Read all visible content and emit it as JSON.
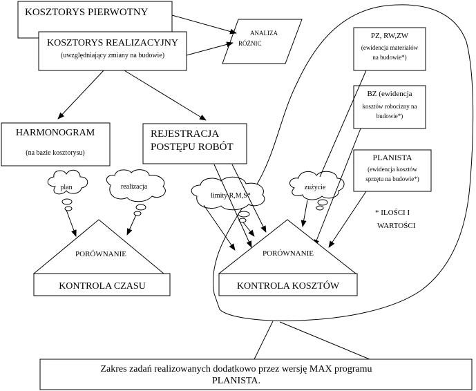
{
  "boxes": {
    "kosztorys_pierwotny": "KOSZTORYS PIERWOTNY",
    "kosztorys_realizacyjny_title": "KOSZTORYS REALIZACYJNY",
    "kosztorys_realizacyjny_sub": "(uwzględniający zmiany na budowie)",
    "analiza_line1": "ANALIZA",
    "analiza_line2": "RÓŻNIC",
    "harmonogram_title": "HARMONOGRAM",
    "harmonogram_sub": "(na bazie kosztorysu)",
    "rejestracja_line1": "REJESTRACJA",
    "rejestracja_line2": "POSTĘPU ROBÓT",
    "pz_line1": "PZ, RW,ZW",
    "pz_line2": "(ewidencja materiałów",
    "pz_line3": "na budowie*)",
    "bz_line1": "BZ (ewidencja",
    "bz_line2": "kosztów robocizny na",
    "bz_line3": "budowie*)",
    "planista_line1": "PLANISTA",
    "planista_line2": "(ewidencja kosztów",
    "planista_line3": "sprzętu na budowie*)",
    "kontrola_czasu": "KONTROLA CZASU",
    "kontrola_kosztow": "KONTROLA KOSZTÓW",
    "porownanie_left": "PORÓWNANIE",
    "porownanie_right": "PORÓWNANIE"
  },
  "clouds": {
    "plan": "plan",
    "realizacja": "realizacja",
    "limity": "limity R,M,S*",
    "zuzycie": "zużycie"
  },
  "note": {
    "line1": "* ILOŚCI I",
    "line2": "WARTOŚCI"
  },
  "footer": {
    "line1": "Zakres zadań realizowanych dodatkowo przez wersję MAX programu",
    "line2": "PLANISTA."
  }
}
